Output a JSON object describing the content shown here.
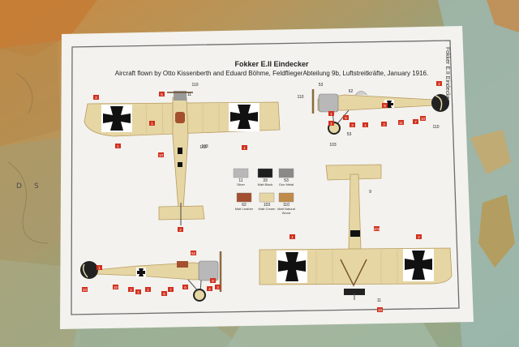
{
  "sheet": {
    "title": "Fokker E.II Eindecker",
    "subtitle": "Aircraft flown by Otto Kissenberth and Eduard Böhme, FeldfliegerAbteilung 9b, Luftstreitkräfte, January 1916.",
    "side_label": "Fokker E.II Eindecker"
  },
  "swatches": [
    {
      "code": "11",
      "name": "Silver",
      "color": "#b8b8b8"
    },
    {
      "code": "33",
      "name": "Matt Black",
      "color": "#1e1e1e"
    },
    {
      "code": "53",
      "name": "Gun Metal",
      "color": "#8a8a88"
    },
    {
      "code": "62",
      "name": "Matt Leather",
      "color": "#a3502e"
    },
    {
      "code": "103",
      "name": "Matt Cream",
      "color": "#e6d6a4"
    },
    {
      "code": "110",
      "name": "Matt Natural Wood",
      "color": "#c08a4a"
    }
  ],
  "callouts": [
    "2",
    "5",
    "11",
    "110",
    "1",
    "1",
    "1",
    "10",
    "103",
    "2",
    "53",
    "62",
    "110",
    "2",
    "1",
    "1",
    "3",
    "53",
    "103",
    "110",
    "5",
    "1",
    "3",
    "11",
    "7",
    "10",
    "9",
    "9",
    "103",
    "1",
    "2",
    "10",
    "11",
    "1",
    "33",
    "10",
    "2",
    "1",
    "7",
    "6",
    "4",
    "9",
    "3",
    "103",
    "2",
    "5",
    "62"
  ],
  "colors": {
    "paper": "#f3f2ee",
    "fabric": "#e6d6a4",
    "fabric_edge": "#b89c60",
    "callout_red": "#d2301e",
    "map_sea": "#9fbcc4",
    "map_land": "#c7a467"
  }
}
